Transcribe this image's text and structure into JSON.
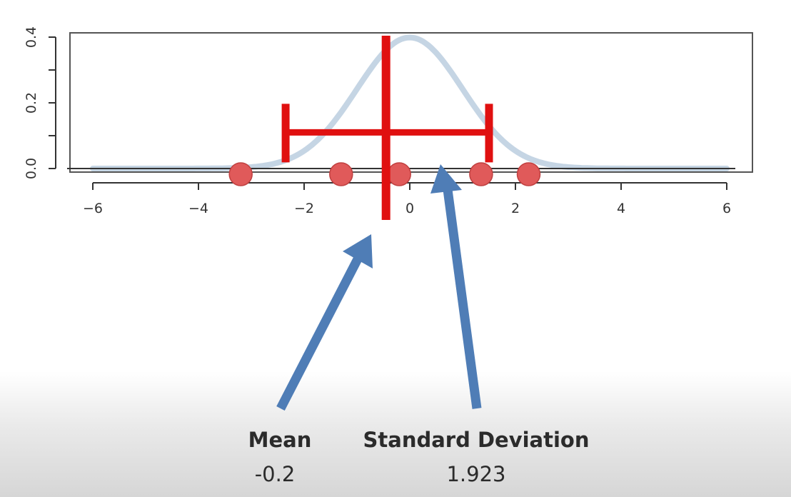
{
  "chart_data": {
    "type": "scatter",
    "x_ticks": [
      -6,
      -4,
      -2,
      0,
      2,
      4,
      6
    ],
    "y_ticks": [
      0.0,
      0.2,
      0.4
    ],
    "x_tick_labels": [
      "−6",
      "−4",
      "−2",
      "0",
      "2",
      "4",
      "6"
    ],
    "y_tick_labels": [
      "0.0",
      "0.2",
      "0.4"
    ],
    "xlim": [
      -6,
      6
    ],
    "ylim": [
      0,
      0.4
    ],
    "grid": false,
    "curve": {
      "type": "normal-density",
      "mean": 0,
      "sd": 1,
      "color": "#c5d5e4"
    },
    "points": [
      -3.2,
      -1.3,
      -0.2,
      1.35,
      2.25
    ],
    "point_color": "#e05a5a",
    "mean_marker": {
      "x": -0.45,
      "color": "#e01010"
    },
    "sd_bar": {
      "from": -2.35,
      "to": 1.5,
      "y": 0.11,
      "color": "#e01010"
    }
  },
  "annotations": {
    "mean": {
      "label": "Mean",
      "value": "-0.2"
    },
    "sd": {
      "label": "Standard Deviation",
      "value": "1.923"
    },
    "arrow_color": "#4f7db6"
  }
}
